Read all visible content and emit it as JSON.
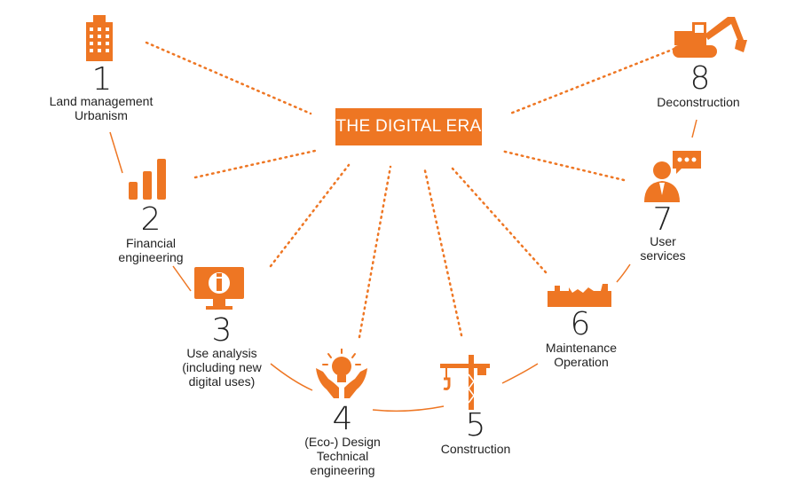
{
  "colors": {
    "accent": "#EE7623",
    "text": "#222222",
    "background": "#ffffff"
  },
  "center": {
    "title": "THE DIGITAL ERA"
  },
  "steps": [
    {
      "number": "1",
      "label_lines": [
        "Land management",
        "Urbanism"
      ],
      "icon": "building-icon"
    },
    {
      "number": "2",
      "label_lines": [
        "Financial",
        "engineering"
      ],
      "icon": "bar-chart-icon"
    },
    {
      "number": "3",
      "label_lines": [
        "Use analysis",
        "(including new",
        "digital uses)"
      ],
      "icon": "monitor-info-icon"
    },
    {
      "number": "4",
      "label_lines": [
        "(Eco-) Design",
        "Technical",
        "engineering"
      ],
      "icon": "lightbulb-hands-icon"
    },
    {
      "number": "5",
      "label_lines": [
        "Construction"
      ],
      "icon": "crane-icon"
    },
    {
      "number": "6",
      "label_lines": [
        "Maintenance",
        "Operation"
      ],
      "icon": "factory-icon"
    },
    {
      "number": "7",
      "label_lines": [
        "User",
        "services"
      ],
      "icon": "user-chat-icon"
    },
    {
      "number": "8",
      "label_lines": [
        "Deconstruction"
      ],
      "icon": "excavator-icon"
    }
  ]
}
